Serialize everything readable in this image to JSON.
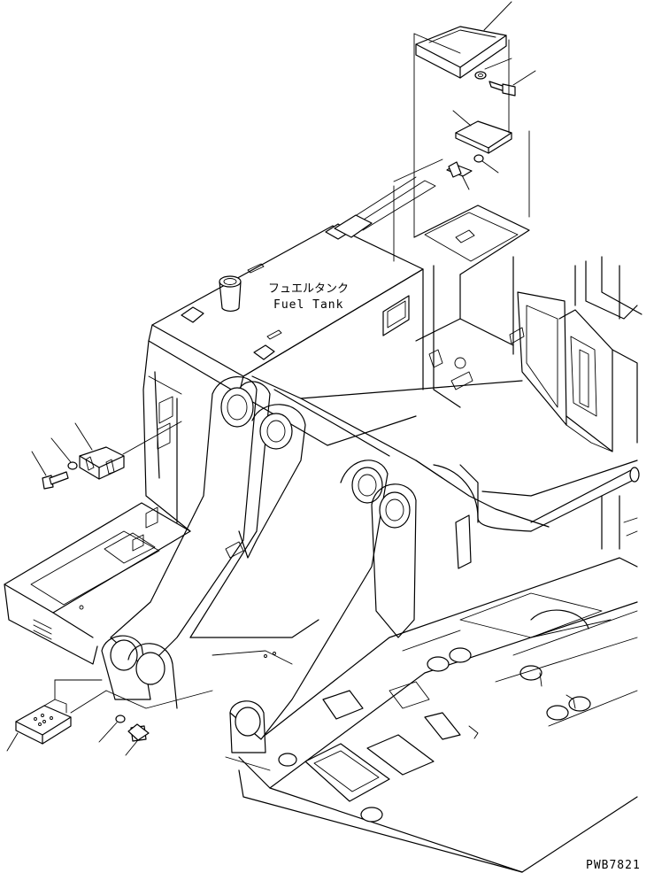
{
  "labels": {
    "fuel_tank_jp": "フュエルタンク",
    "fuel_tank_en": "Fuel Tank"
  },
  "drawing_code": "PWB7821",
  "colors": {
    "line": "#000000",
    "background": "#ffffff"
  }
}
